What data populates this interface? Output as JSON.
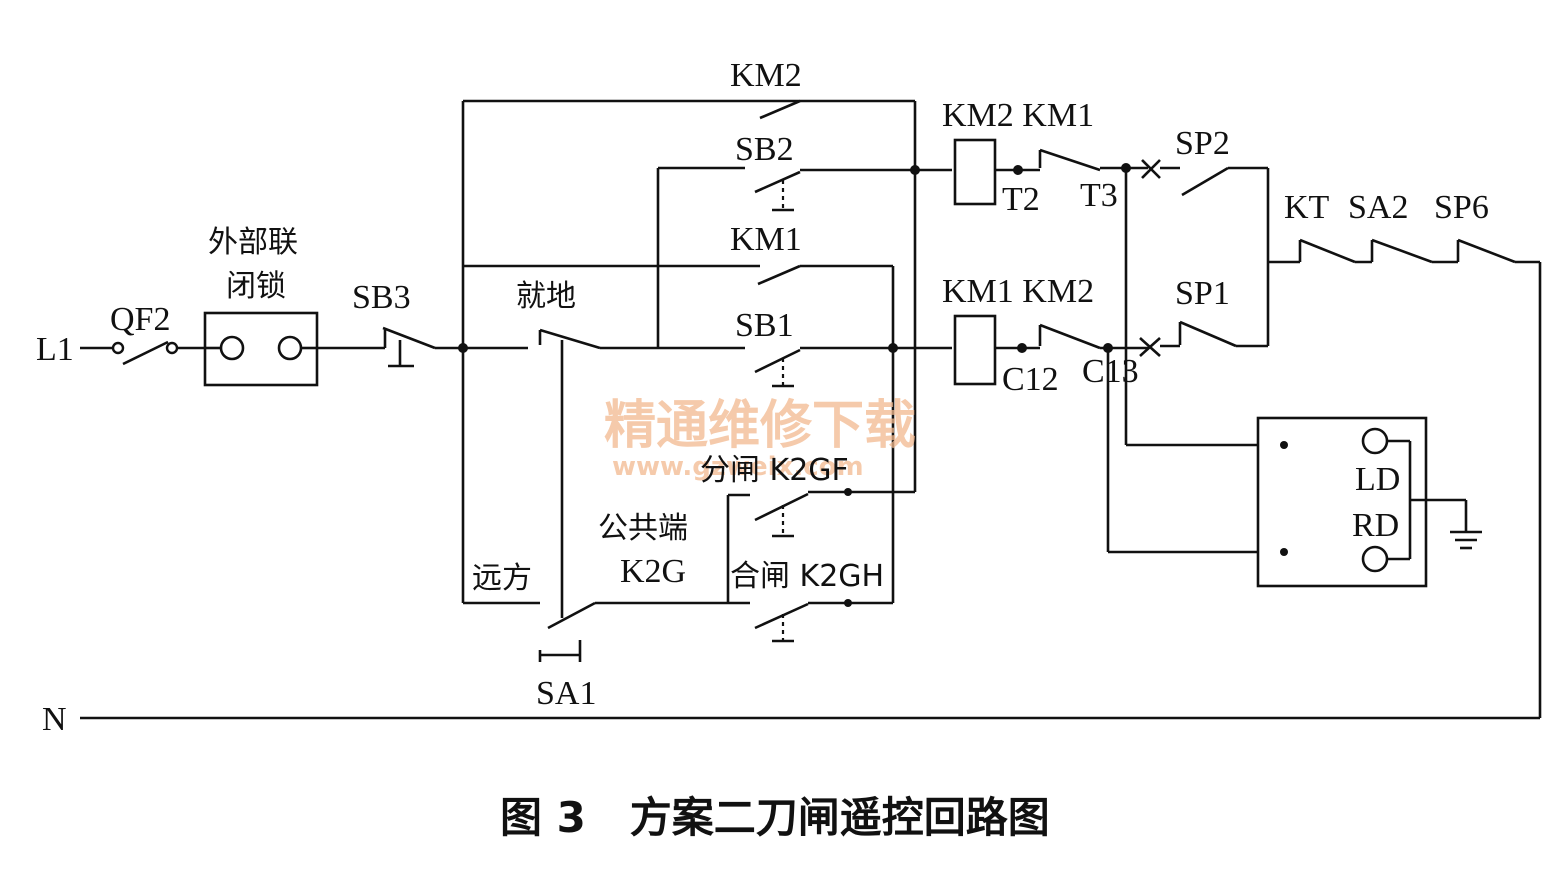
{
  "labels": {
    "L1": "L1",
    "N": "N",
    "QF2": "QF2",
    "interlock_line1": "外部联",
    "interlock_line2": "闭锁",
    "SB3": "SB3",
    "local": "就地",
    "remote": "远方",
    "KM2_top": "KM2",
    "SB2": "SB2",
    "KM1_mid": "KM1",
    "SB1": "SB1",
    "open_K2GF": "分闸 K2GF",
    "common_line1": "公共端",
    "common_line2": "K2G",
    "close_K2GH": "合闸 K2GH",
    "SA1": "SA1",
    "coil_upper_pair": "KM2 KM1",
    "coil_lower_pair": "KM1 KM2",
    "T2": "T2",
    "T3": "T3",
    "C12": "C12",
    "C13": "C13",
    "SP2": "SP2",
    "SP1": "SP1",
    "KT": "KT",
    "SA2": "SA2",
    "SP6": "SP6",
    "LD": "LD",
    "RD": "RD"
  },
  "watermark": {
    "text": "精通维修下载",
    "url": "www.gzweix.com"
  },
  "caption": "图 3   方案二刀闸遥控回路图"
}
